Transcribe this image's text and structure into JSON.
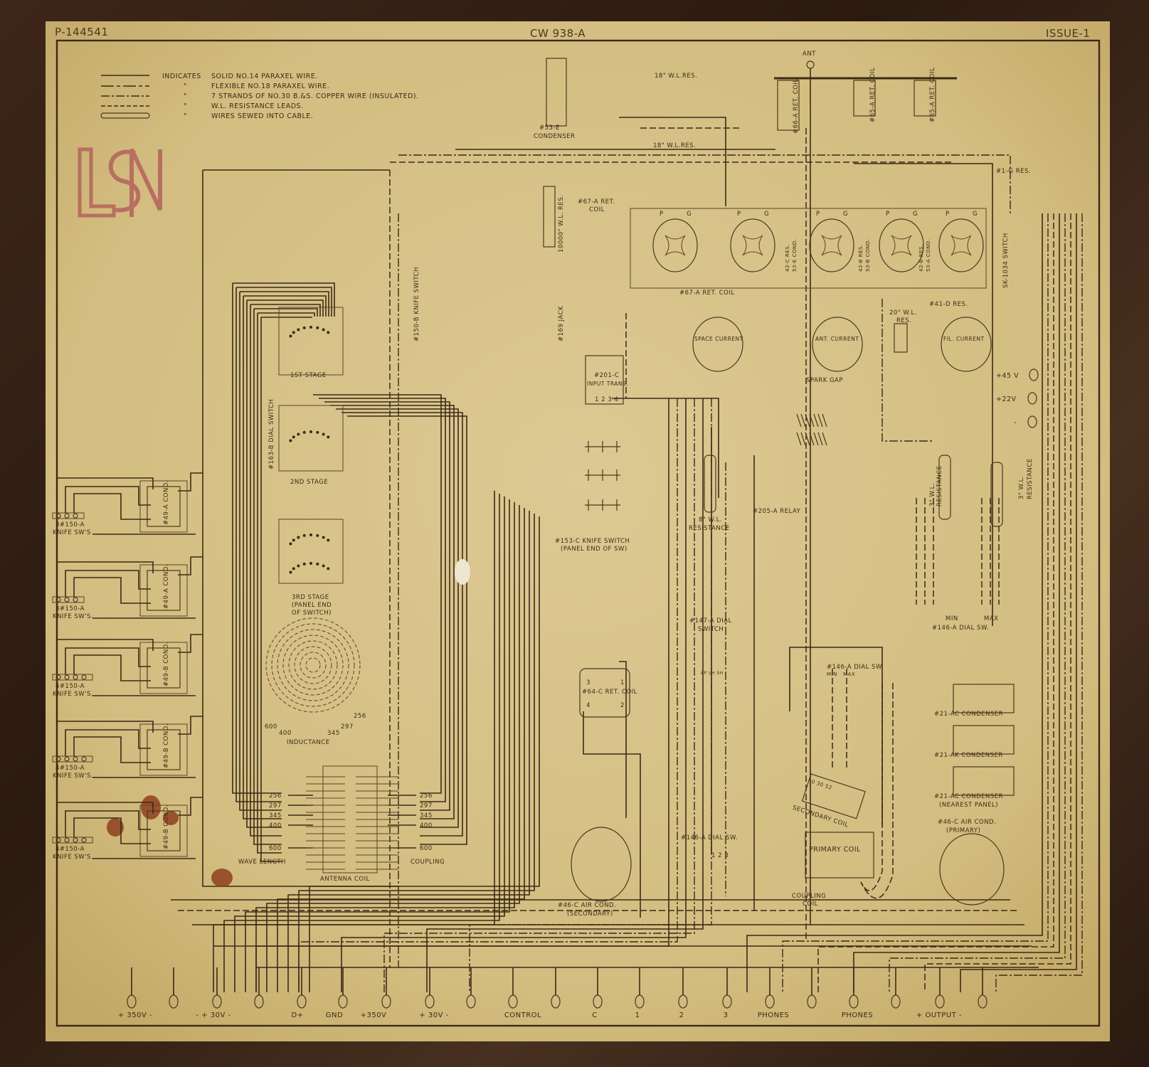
{
  "header": {
    "drawing_number": "P-144541",
    "title": "CW 938-A",
    "issue": "ISSUE-1"
  },
  "legend": {
    "prefix": "INDICATES",
    "ditto": "\"",
    "items": [
      "SOLID NO.14 PARAXEL WIRE.",
      "FLEXIBLE NO.18 PARAXEL WIRE.",
      "7 STRANDS OF NO.30 B.&S. COPPER WIRE (INSULATED).",
      "W.L. RESISTANCE LEADS.",
      "WIRES SEWED INTO CABLE."
    ]
  },
  "logo": "USN",
  "labels": {
    "ant": "ANT",
    "wl_res_18_top": "18\" W.L.RES.",
    "wl_res_18_bot": "18\" W.L.RES.",
    "cond_53e_1": "#53-E",
    "cond_53e_2": "CONDENSER",
    "ret_coil_66a": "#66-A RET. COIL",
    "ret_coil_65a_1": "#65-A RET. COIL",
    "ret_coil_65a_2": "#65-A RET. COIL",
    "res_1g": "#1-G RES.",
    "ret_coil_67a_top_1": "#67-A RET.",
    "ret_coil_67a_top_2": "COIL",
    "wl_res_10000": "10000\" W.L. RES.",
    "res_42c": "42-C RES.",
    "cond_53e_small": "53-E COND.",
    "res_42b_1": "42-B RES.",
    "cond_53b": "53-B COND.",
    "res_42b_2": "42-B RES.",
    "cond_53a": "53-A COND.",
    "sk_switch": "SK-1034 SWITCH",
    "ret_coil_67a_bot": "#67-A RET. COIL",
    "res_41d": "#41-D RES.",
    "wl_res_20_1": "20\" W.L.",
    "wl_res_20_2": "RES.",
    "knife_150b": "#150-B KNIFE SWITCH",
    "jack_169": "#169 JACK",
    "space_current": "SPACE CURRENT",
    "ant_current": "ANT. CURRENT",
    "fil_current": "FIL. CURRENT",
    "input_trans_1": "#201-C",
    "input_trans_2": "INPUT TRANS.",
    "input_trans_pins": "1 2 3 4",
    "spark_gap": "SPARK GAP",
    "v45": "+45 V",
    "v22": "+22V",
    "vminus": "-",
    "wl_resistance_3a_1": "3\" W.L.",
    "wl_resistance_3a_2": "RESISTANCE",
    "wl_resistance_3b_1": "3\" W.L.",
    "wl_resistance_3b_2": "RESISTANCE",
    "dial_146a_min": "MIN",
    "dial_146a_max": "MAX",
    "dial_146a_right": "#146-A DIAL SW.",
    "dial_163b": "#163-B DIAL SWITCH",
    "stage_1": "1ST STAGE",
    "stage_2": "2ND STAGE",
    "stage_3_1": "3RD STAGE",
    "stage_3_2": "(PANEL END",
    "stage_3_3": "OF SWITCH)",
    "inductance": "INDUCTANCE",
    "ind_600": "600",
    "ind_400": "400",
    "ind_345": "345",
    "ind_297": "297",
    "ind_256": "256",
    "knife_153c_1": "#153-C KNIFE SWITCH",
    "knife_153c_2": "(PANEL END OF SW)",
    "wl_res_8_1": "8\" W.L.",
    "wl_res_8_2": "RESISTANCE",
    "relay_205a": "#205-A RELAY",
    "dial_147a_1": "#147-A DIAL",
    "dial_147a_2": "SWITCH",
    "dial_147a_pins": "AP LH SH",
    "ret_coil_64c": "#64-C RET. COIL",
    "ret_coil_64c_3": "3",
    "ret_coil_64c_1": "1",
    "ret_coil_64c_4": "4",
    "ret_coil_64c_2": "2",
    "dial_146a_mid": "#146-A DIAL SW.",
    "dial_146a_mid_min": "MIN",
    "dial_146a_mid_max": "MAX",
    "cond_21ac_1": "#21-AC CONDENSER",
    "cond_21ak": "#21-AK CONDENSER",
    "cond_21ac_2": "#21-AC CONDENSER",
    "cond_21ac_2b": "(NEAREST PANEL)",
    "secondary_coil": "SECONDARY COIL",
    "secondary_coil_taps": "0 30 52",
    "air_cond_primary_1": "#46-C AIR COND.",
    "air_cond_primary_2": "(PRIMARY)",
    "primary_coil": "PRIMARY COIL",
    "coupling_coil_1": "COUPLING",
    "coupling_coil_2": "COIL",
    "dial_146a_low": "#146-A DIAL SW.",
    "dial_146a_low_pins": "1 2 3",
    "air_cond_secondary_1": "#46-C AIR COND.",
    "air_cond_secondary_2": "(SECONDARY)",
    "wave_length": "WAVE LENGTH",
    "antenna_coil": "ANTENNA COIL",
    "coupling": "COUPLING",
    "wl_taps": [
      "256",
      "297",
      "345",
      "400",
      "600"
    ],
    "cp_taps": [
      "256",
      "297",
      "345",
      "400",
      "600"
    ]
  },
  "left_groups": [
    {
      "cond": "#49-A COND.",
      "switch_1": "3#150-A",
      "switch_2": "KNIFE SW'S"
    },
    {
      "cond": "#49-A COND.",
      "switch_1": "3#150-A",
      "switch_2": "KNIFE SW'S."
    },
    {
      "cond": "#49-B COND.",
      "switch_1": "4#150-A",
      "switch_2": "KNIFE SW'S."
    },
    {
      "cond": "#49-B COND.",
      "switch_1": "4#150-A",
      "switch_2": "KNIFE SW'S."
    },
    {
      "cond": "#49-B COND.",
      "switch_1": "4#150-A",
      "switch_2": "KNIFE SW'S."
    }
  ],
  "terminal_labels": [
    {
      "text": "+ 350V -"
    },
    {
      "text": "- + 30V -"
    },
    {
      "text": "D+"
    },
    {
      "text": "GND"
    },
    {
      "text": "+350V"
    },
    {
      "text": "+ 30V -"
    },
    {
      "text": "CONTROL"
    },
    {
      "text": "C"
    },
    {
      "text": "1"
    },
    {
      "text": "2"
    },
    {
      "text": "3"
    },
    {
      "text": "PHONES"
    },
    {
      "text": "PHONES"
    },
    {
      "text": "+ OUTPUT -"
    }
  ],
  "colors": {
    "paper": "#d8c48c",
    "ink": "#3b2a18",
    "logo": "#b0565a",
    "stain": "#8a3a1a"
  }
}
